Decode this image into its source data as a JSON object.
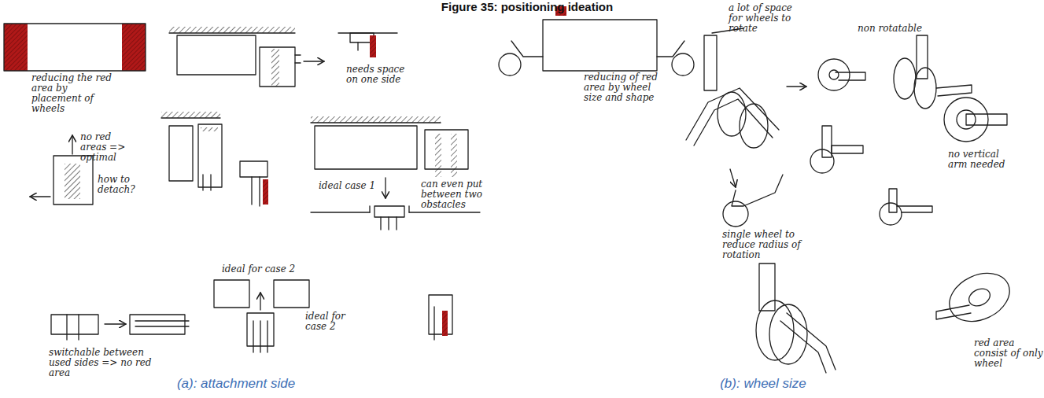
{
  "diagram": {
    "title": "Figure 35: positioning ideation",
    "labels": [
      "reducing the red area by placement of wheels",
      "needs space on one side",
      "no red areas => optimal",
      "how to detach?",
      "ideal case 1",
      "can even put between two obstacles",
      "switchable between used sides => no red area",
      "ideal for case 2",
      "ideal for case 2",
      "reducing of red area by wheel size and shape",
      "a lot of space for wheels to rotate",
      "non rotatable",
      "no vertical arm needed",
      "single wheel to reduce radius of rotation",
      "red area consist of only wheel",
      "(a): attachment side",
      "(b): wheel size"
    ]
  }
}
